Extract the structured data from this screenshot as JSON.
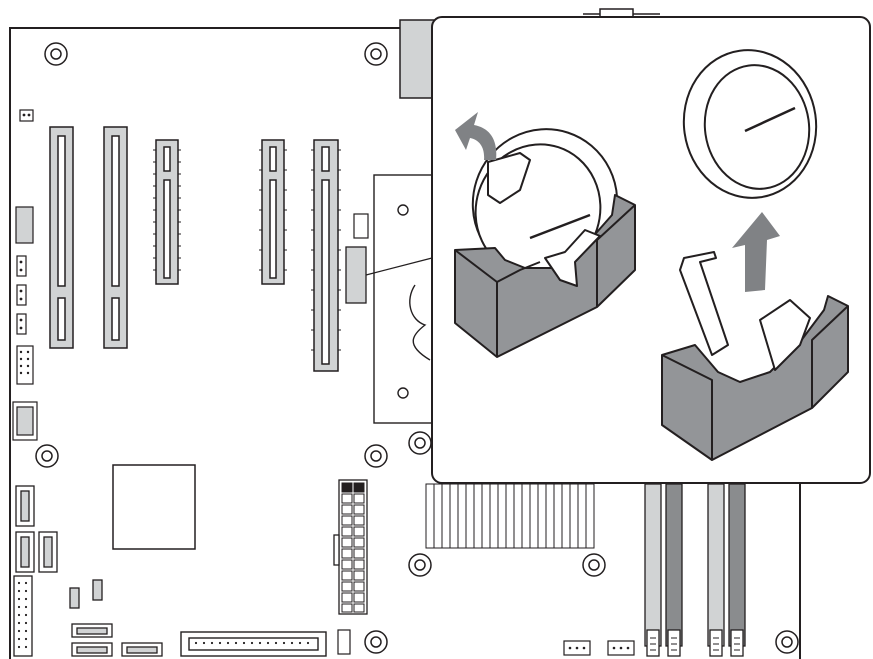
{
  "figure": {
    "subject": "motherboard-battery-removal",
    "board_color": "#ffffff",
    "line_color": "#231f20",
    "mid_gray": "#d1d3d4",
    "dark_gray": "#8a8c8e",
    "battery_holder_color": "#939598",
    "battery_color": "#ffffff",
    "arrow_color": "#808285",
    "icons": [
      "mounting-hole",
      "pci-slot",
      "pcie-slot",
      "dimm-slot",
      "sata-connector",
      "power-connector",
      "battery-holder",
      "coin-cell-battery",
      "lift-arrow",
      "rotate-arrow"
    ]
  }
}
